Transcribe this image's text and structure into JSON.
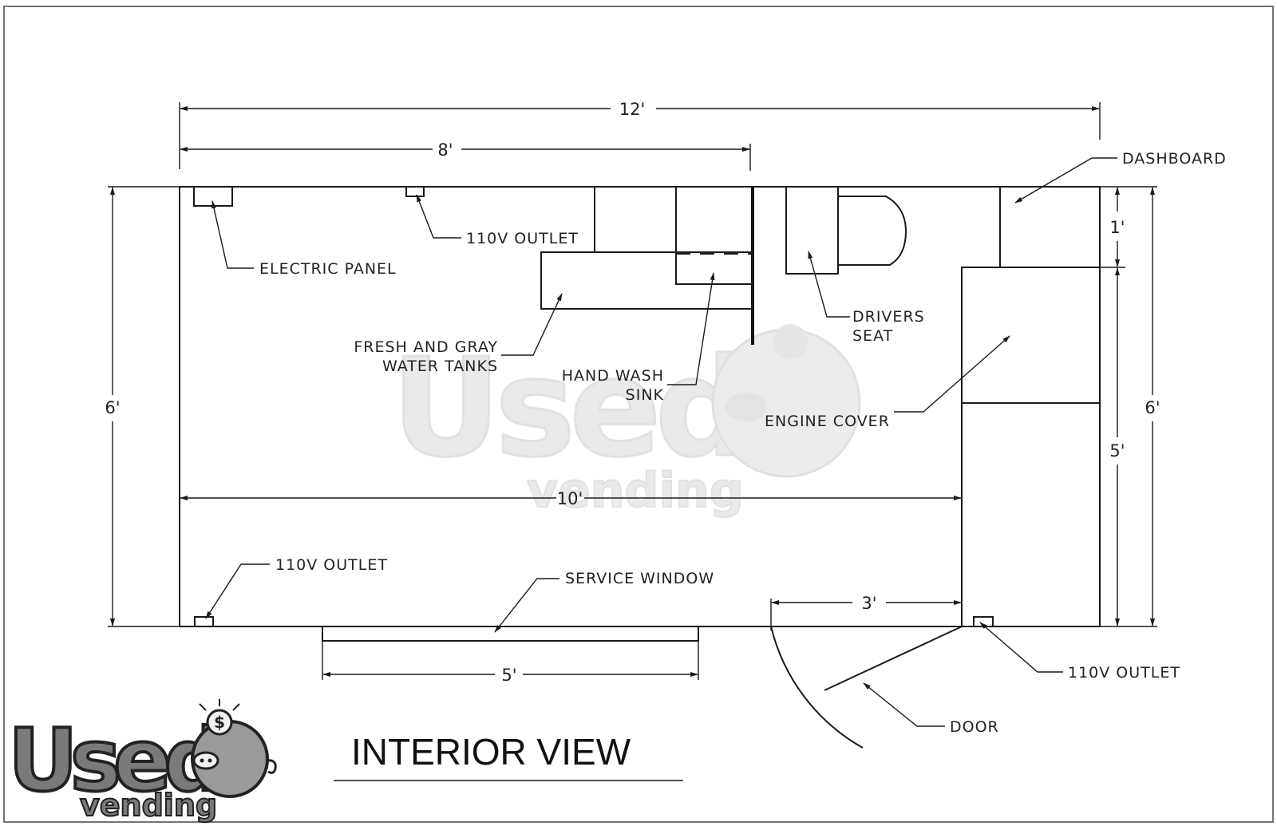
{
  "title": "INTERIOR VIEW",
  "labels": {
    "electric_panel": "ELECTRIC PANEL",
    "outlet_top": "110V OUTLET",
    "fresh_gray_line1": "FRESH AND GRAY",
    "fresh_gray_line2": "WATER TANKS",
    "hand_wash_line1": "HAND WASH",
    "hand_wash_line2": "SINK",
    "drivers_line1": "DRIVERS",
    "drivers_line2": "SEAT",
    "engine_cover": "ENGINE COVER",
    "dashboard": "DASHBOARD",
    "outlet_bottom_left": "110V OUTLET",
    "service_window": "SERVICE WINDOW",
    "outlet_bottom_right": "110V OUTLET",
    "door": "DOOR"
  },
  "dimensions": {
    "overall_length": "12'",
    "interior_length": "8'",
    "width_left": "6'",
    "width_right": "6'",
    "dash_depth": "1'",
    "engine_depth": "5'",
    "floor_length": "10'",
    "window_width": "5'",
    "door_width": "3'"
  },
  "logo": {
    "word": "Used",
    "sub": "vending"
  },
  "colors": {
    "line": "#1a1a1a",
    "logo_fill": "#7a7a7a",
    "watermark": "#d6d6d6"
  }
}
